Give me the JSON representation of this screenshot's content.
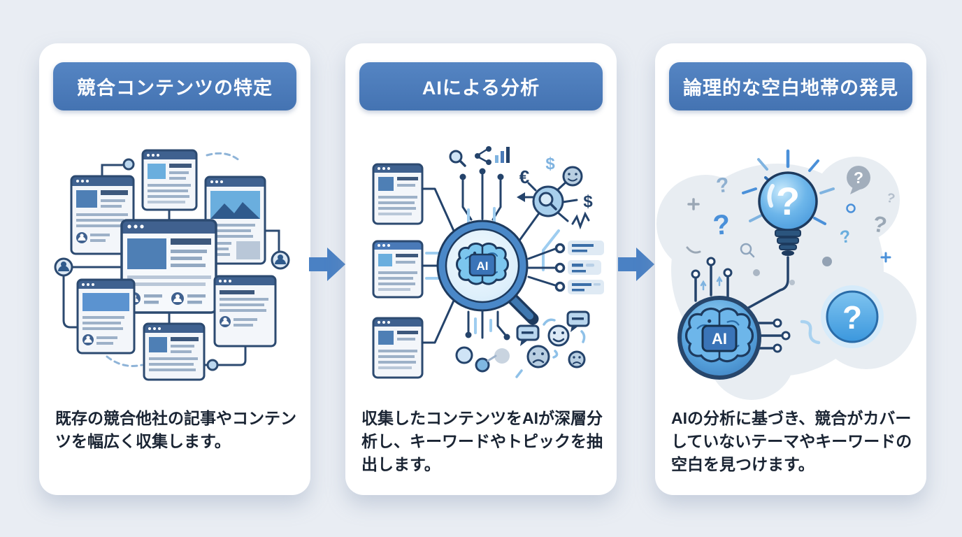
{
  "page": {
    "kind": "three-step process infographic",
    "language": "ja",
    "step_count": 3
  },
  "colors": {
    "background": "#e9edf3",
    "card": "#ffffff",
    "banner_blue": "#4a79b7",
    "banner_text": "#ffffff",
    "body_text": "#1a2433",
    "arrow_blue": "#4a81c4",
    "navy_outline": "#24436b",
    "mid_blue": "#4a7ab8",
    "light_blue": "#7fb9e6",
    "pale_blue": "#cfe4f6",
    "gray_blue": "#9fb4cc"
  },
  "glyphs": {
    "ai": "AI",
    "question": "?",
    "euro": "€",
    "dollar": "$"
  },
  "arrows": [
    {
      "name": "flow-arrow-1",
      "direction": "right"
    },
    {
      "name": "flow-arrow-2",
      "direction": "right"
    }
  ],
  "panels": [
    {
      "step": 1,
      "title": "競合コンテンツの特定",
      "description": "既存の競合他社の記事やコンテンツを幅広く収集します。",
      "illustration": "network-of-competitor-webpages",
      "icons": [
        "browser-window-icon",
        "user-avatar-icon",
        "link-node-icon",
        "dashed-link-icon"
      ]
    },
    {
      "step": 2,
      "title": "AIによる分析",
      "description": "収集したコンテンツをAIが深層分析し、キーワードやトピックを抽出します。",
      "illustration": "ai-brain-magnifier-analyzing-content",
      "icons": [
        "browser-window-icon",
        "ai-brain-magnifier-icon",
        "search-icon",
        "share-graph-icon",
        "bar-chart-icon",
        "euro-icon",
        "dollar-icon",
        "smiley-face-icon",
        "sad-face-icon",
        "speech-bubble-icon",
        "keyword-tag-icon",
        "circuit-trace-icon"
      ]
    },
    {
      "step": 3,
      "title": "論理的な空白地帯の発見",
      "description": "AIの分析に基づき、競合がカバーしていないテーマやキーワードの空白を見つけます。",
      "illustration": "lightbulb-and-question-gap-discovery",
      "icons": [
        "lightbulb-question-icon",
        "ai-brain-chip-icon",
        "question-circle-icon",
        "question-mark-icon",
        "plus-sparkle-icon",
        "circuit-pin-icon"
      ]
    }
  ]
}
